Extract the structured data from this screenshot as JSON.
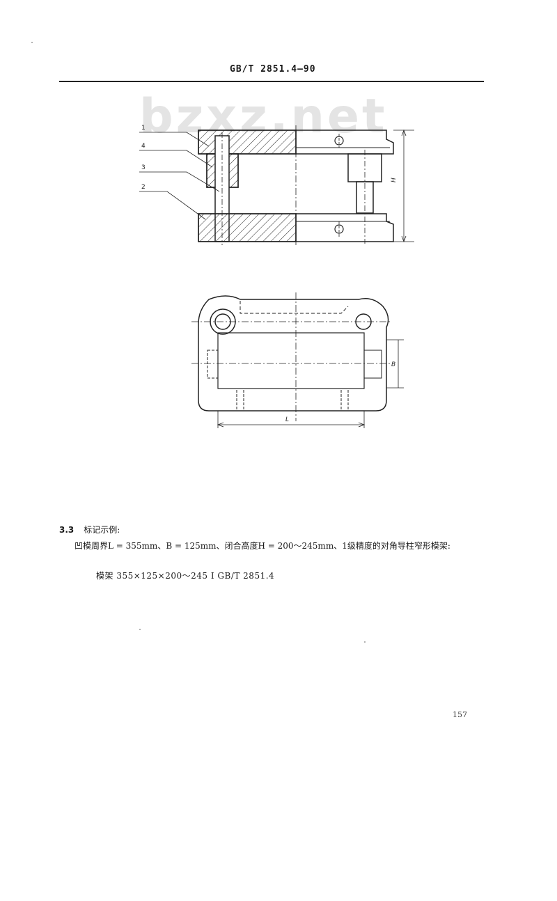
{
  "header": {
    "standard_code": "GB/T  2851.4—90"
  },
  "watermark": {
    "text": "bzxz.net"
  },
  "figure": {
    "callouts": [
      "1",
      "4",
      "3",
      "2"
    ],
    "dim_H": "H",
    "dim_B": "B",
    "dim_L": "L"
  },
  "section": {
    "number": "3.3",
    "title": "标记示例:",
    "paragraph": "凹模周界L = 355mm、B = 125mm、闭合高度H = 200～245mm、1级精度的对角导柱窄形模架:",
    "marking": "模架  355×125×200～245  I  GB/T  2851.4"
  },
  "page_number": "157"
}
